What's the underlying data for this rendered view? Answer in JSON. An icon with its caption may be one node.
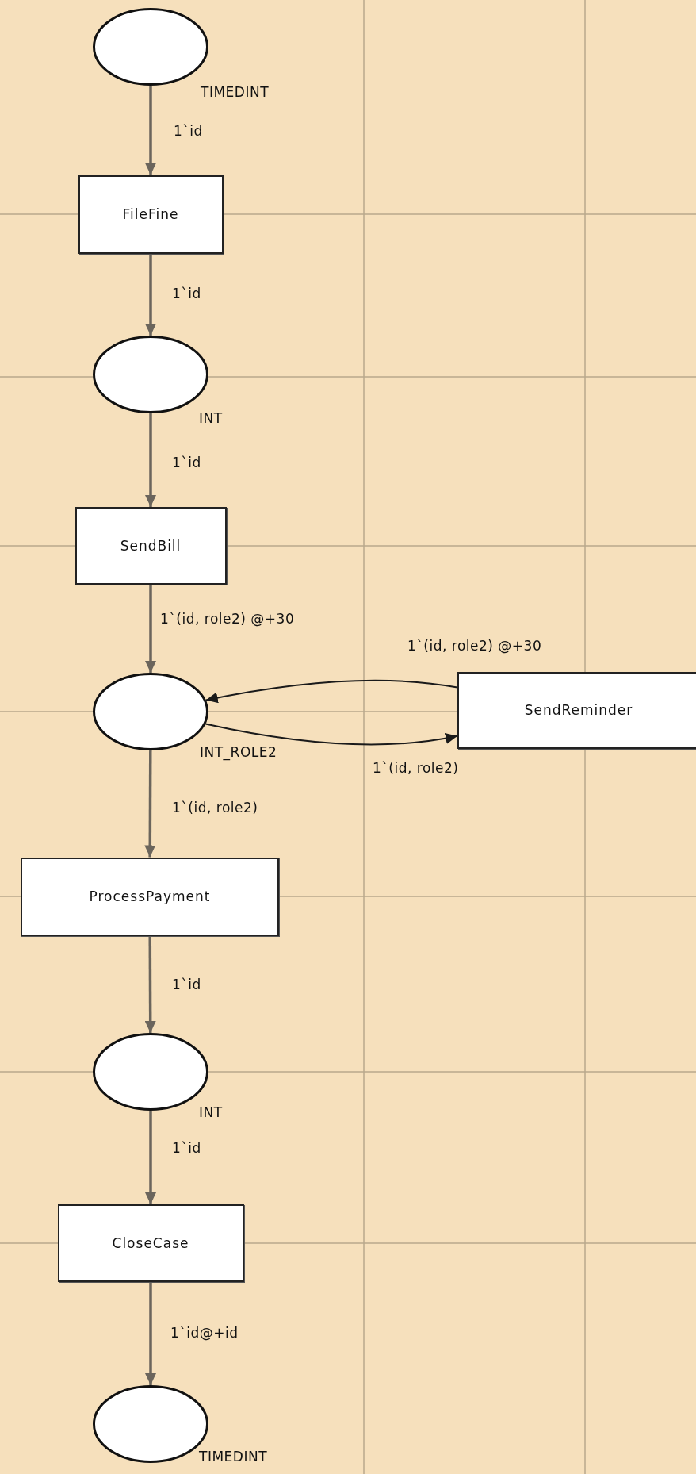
{
  "diagram": {
    "nodes": [
      {
        "text": [],
        "shape": "ellipse",
        "beside": [
          "TIMEDINT"
        ]
      },
      {
        "text": [
          "FileFine"
        ]
      },
      {
        "text": [],
        "shape": "ellipse",
        "beside": [
          "INT"
        ]
      },
      {
        "text": [
          "SendBill"
        ]
      },
      {
        "text": [],
        "shape": "ellipse",
        "beside": [
          "INT_ROLE2"
        ]
      },
      {
        "text": [
          "SendReminder"
        ]
      },
      {
        "text": [
          "ProcessPayment"
        ]
      },
      {
        "text": [],
        "shape": "ellipse",
        "beside": [
          "INT"
        ]
      },
      {
        "text": [
          "CloseCase"
        ]
      },
      {
        "text": [],
        "shape": "ellipse",
        "beside": [
          "TIMEDINT"
        ]
      }
    ],
    "edges": [
      {
        "from": 0,
        "to": 1,
        "arrow": "to",
        "label": "1`id"
      },
      {
        "from": 1,
        "to": 2,
        "arrow": "to",
        "label": "1`id"
      },
      {
        "from": 2,
        "to": 3,
        "arrow": "to",
        "label": "1`id"
      },
      {
        "from": 3,
        "to": 4,
        "arrow": "to",
        "label": "1`(id, role2) @+30"
      },
      {
        "from": 5,
        "to": 4,
        "arrow": "to",
        "label": "1`(id, role2) @+30",
        "color": "#1a1a1a"
      },
      {
        "from": 4,
        "to": 5,
        "arrow": "to",
        "label": "1`(id, role2)",
        "color": "#1a1a1a"
      },
      {
        "from": 4,
        "to": 6,
        "arrow": "to",
        "label": "1`(id, role2)"
      },
      {
        "from": 6,
        "to": 7,
        "arrow": "to",
        "label": "1`id"
      },
      {
        "from": 7,
        "to": 8,
        "arrow": "to",
        "label": "1`id"
      },
      {
        "from": 8,
        "to": 9,
        "arrow": "to",
        "label": "1`id@+id"
      }
    ]
  }
}
